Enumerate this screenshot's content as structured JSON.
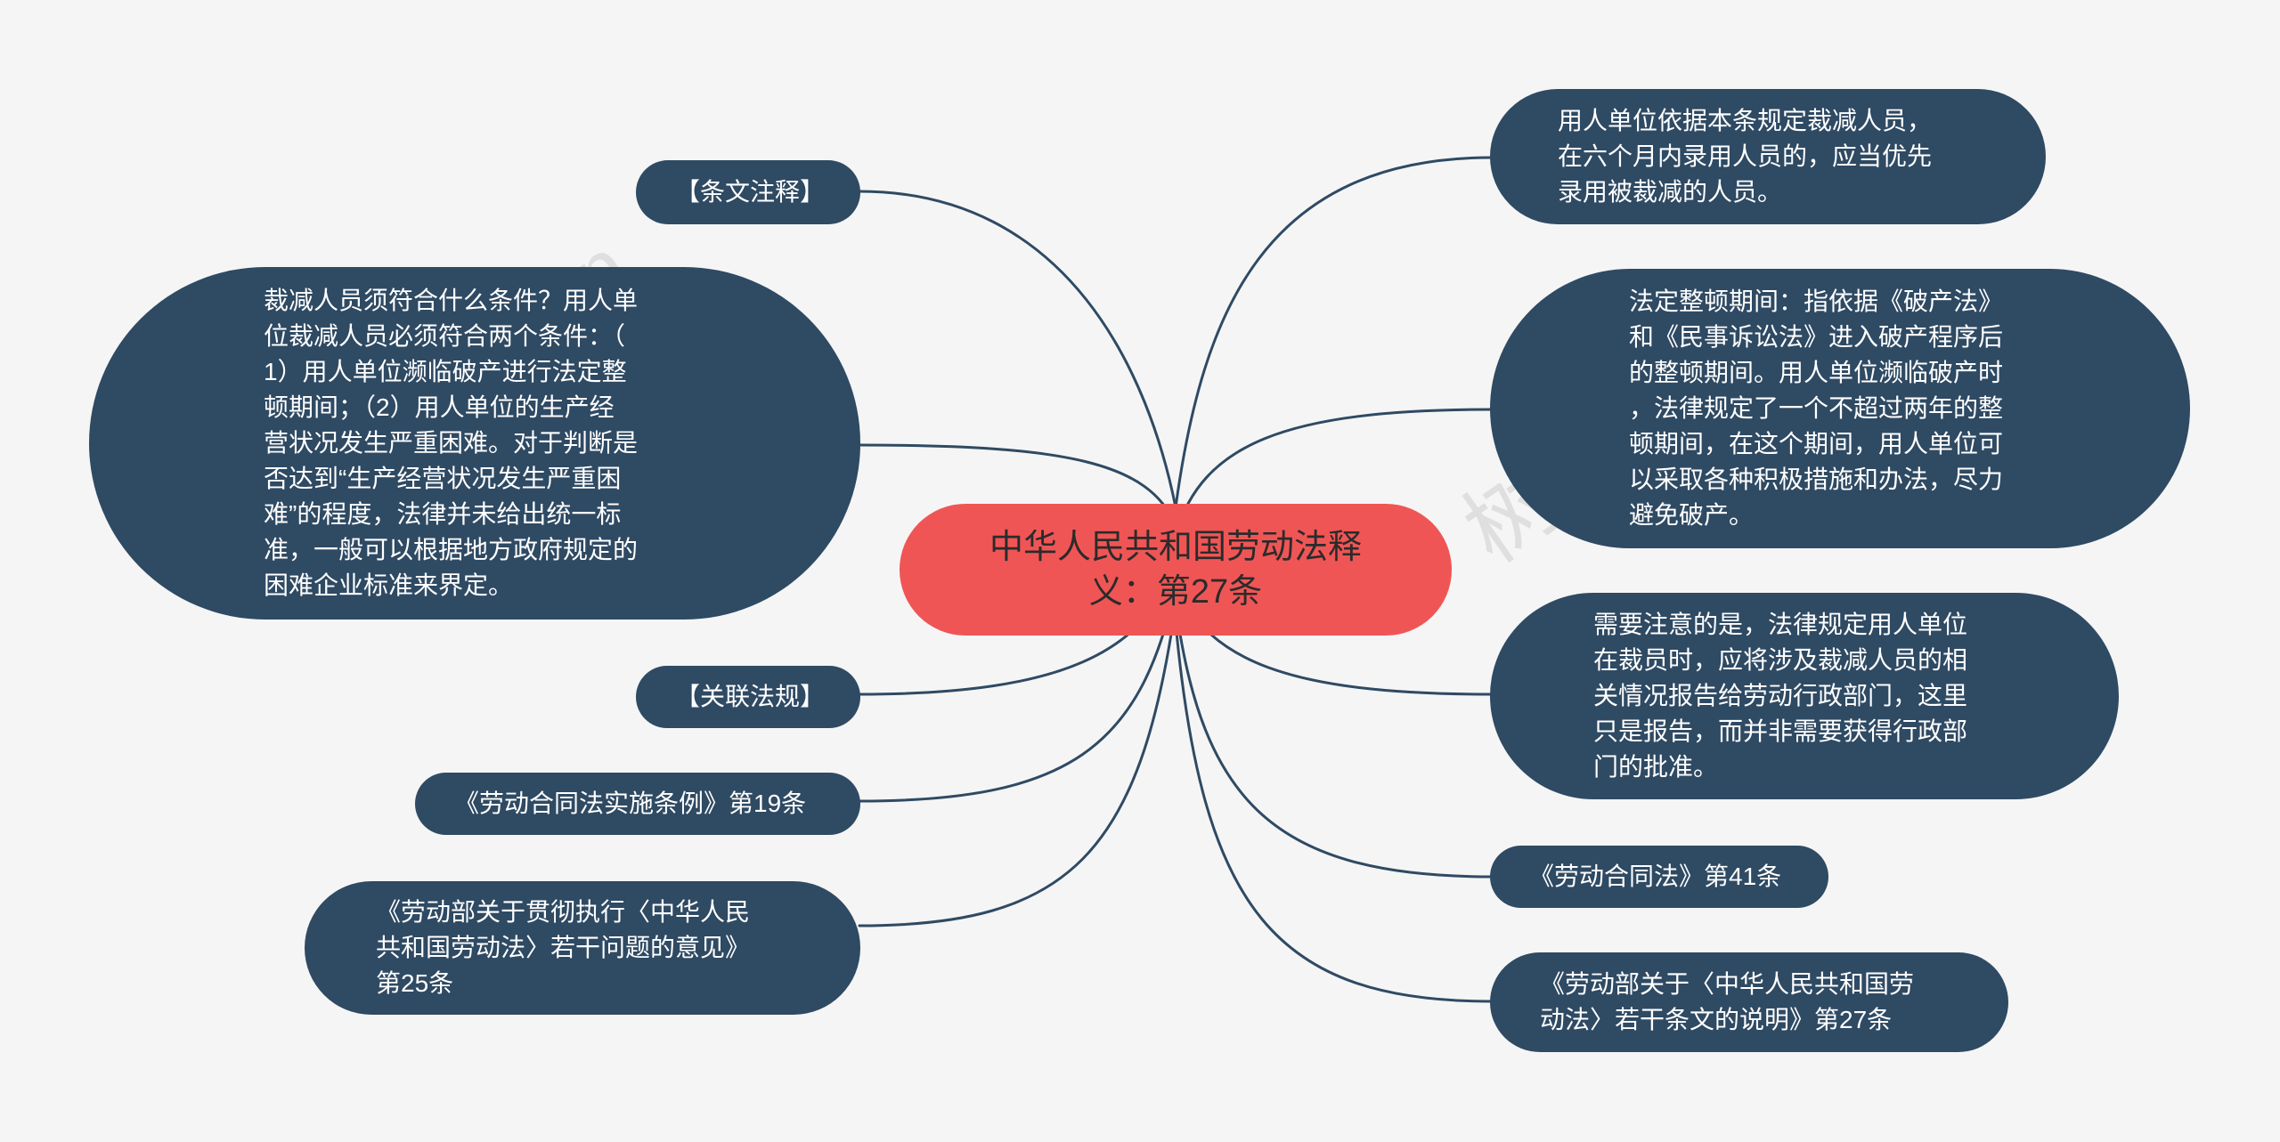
{
  "root": {
    "text": "中华人民共和国劳动法释\n义：第27条"
  },
  "left_nodes": [
    {
      "id": "annotation",
      "text": "【条文注释】"
    },
    {
      "id": "conditions",
      "text": "裁减人员须符合什么条件？用人单\n位裁减人员必须符合两个条件：（\n1）用人单位濒临破产进行法定整\n顿期间；（2）用人单位的生产经\n营状况发生严重困难。对于判断是\n否达到“生产经营状况发生严重困\n难”的程度，法律并未给出统一标\n准，一般可以根据地方政府规定的\n困难企业标准来界定。"
    },
    {
      "id": "related",
      "text": "【关联法规】"
    },
    {
      "id": "reg19",
      "text": "《劳动合同法实施条例》第19条"
    },
    {
      "id": "opinion25",
      "text": "《劳动部关于贯彻执行〈中华人民\n共和国劳动法〉若干问题的意见》\n第25条"
    }
  ],
  "right_nodes": [
    {
      "id": "rehire",
      "text": "用人单位依据本条规定裁减人员，\n在六个月内录用人员的，应当优先\n录用被裁减的人员。"
    },
    {
      "id": "rectification",
      "text": "法定整顿期间：指依据《破产法》\n和《民事诉讼法》进入破产程序后\n的整顿期间。用人单位濒临破产时\n，法律规定了一个不超过两年的整\n顿期间，在这个期间，用人单位可\n以采取各种积极措施和办法，尽力\n避免破产。"
    },
    {
      "id": "report",
      "text": "需要注意的是，法律规定用人单位\n在裁员时，应将涉及裁减人员的相\n关情况报告给劳动行政部门，这里\n只是报告，而并非需要获得行政部\n门的批准。"
    },
    {
      "id": "law41",
      "text": "《劳动合同法》第41条"
    },
    {
      "id": "explain27",
      "text": "《劳动部关于〈中华人民共和国劳\n动法〉若干条文的说明》第27条"
    }
  ],
  "watermarks": [
    "shutu.cn",
    "树图"
  ],
  "colors": {
    "background": "#f5f5f5",
    "root_fill": "#f05555",
    "node_fill": "#2f4a63",
    "node_text": "#ffffff",
    "root_text": "#2b2b2b",
    "link": "#2f4a63"
  }
}
